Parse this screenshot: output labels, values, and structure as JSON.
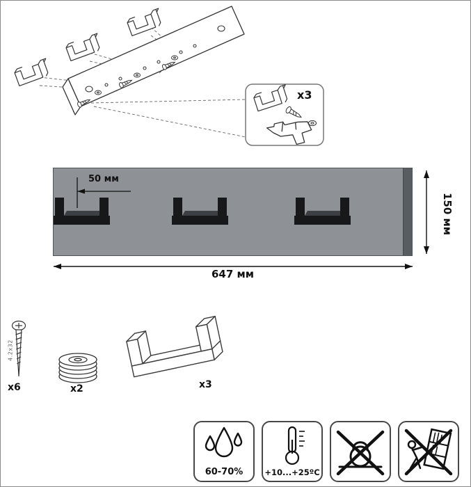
{
  "detail": {
    "count": "x3"
  },
  "dimensions": {
    "hook_offset": "50 мм",
    "height": "150 мм",
    "width": "647 мм"
  },
  "hardware": {
    "screw_count": "x6",
    "screw_size": "4.2x32",
    "washer_count": "x2",
    "hook_count": "x3"
  },
  "conditions": {
    "humidity": "60-70%",
    "temperature": "+10...+25ºC"
  },
  "colors": {
    "panel": "#8e9297",
    "panel_edge": "#585d62",
    "hook": "#17181a",
    "line_art": "#333333"
  }
}
